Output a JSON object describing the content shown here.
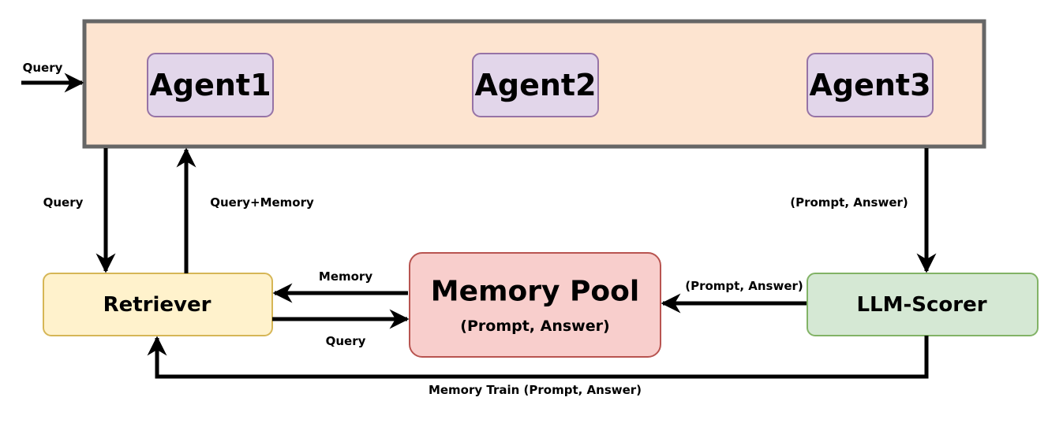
{
  "colors": {
    "agents_container_fill": "#FDE4D0",
    "agents_container_border": "#666666",
    "agent_fill": "#E2D6EA",
    "agent_border": "#9673A6",
    "retriever_fill": "#FFF2CC",
    "retriever_border": "#D6B656",
    "memory_pool_fill": "#F8CECC",
    "memory_pool_border": "#B85450",
    "scorer_fill": "#D5E8D4",
    "scorer_border": "#82B366",
    "arrow": "#000000"
  },
  "nodes": {
    "agent1": "Agent1",
    "agent2": "Agent2",
    "agent3": "Agent3",
    "retriever": "Retriever",
    "memory_pool": {
      "title": "Memory Pool",
      "subtitle": "(Prompt, Answer)"
    },
    "llm_scorer": "LLM-Scorer"
  },
  "edges": {
    "input_query": "Query",
    "agents_to_retriever": "Query",
    "retriever_to_agents": "Query+Memory",
    "agents_to_scorer": "(Prompt, Answer)",
    "pool_to_retriever": "Memory",
    "retriever_to_pool": "Query",
    "scorer_to_pool": "(Prompt, Answer)",
    "scorer_to_retriever": "Memory Train (Prompt, Answer)"
  }
}
